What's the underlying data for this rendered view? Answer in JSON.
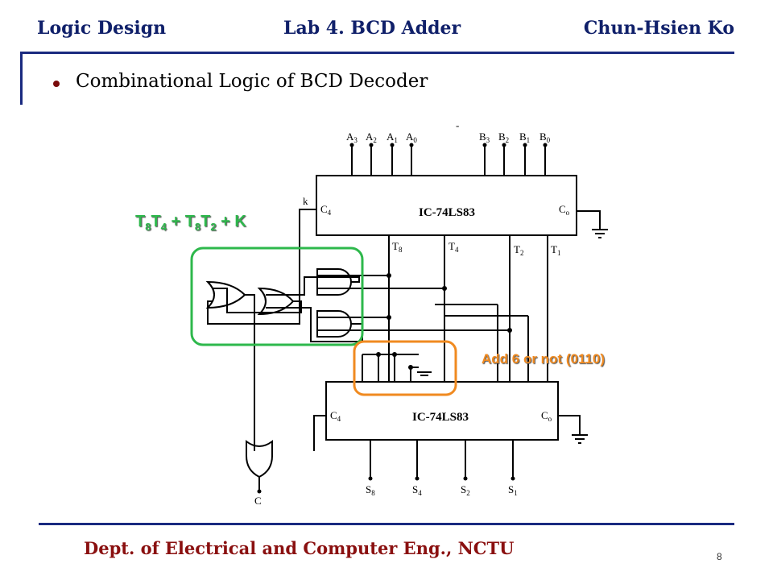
{
  "header": {
    "left": "Logic Design",
    "center": "Lab 4. BCD Adder",
    "right": "Chun-Hsien Ko"
  },
  "slide": {
    "title": "Combinational Logic of BCD Decoder"
  },
  "circuit": {
    "chip_top": "IC-74LS83",
    "chip_bottom": "IC-74LS83",
    "inputs_a": [
      {
        "base": "A",
        "sub": "3"
      },
      {
        "base": "A",
        "sub": "2"
      },
      {
        "base": "A",
        "sub": "1"
      },
      {
        "base": "A",
        "sub": "0"
      }
    ],
    "inputs_b": [
      {
        "base": "B",
        "sub": "3"
      },
      {
        "base": "B",
        "sub": "2"
      },
      {
        "base": "B",
        "sub": "1"
      },
      {
        "base": "B",
        "sub": "0"
      }
    ],
    "sum_top": [
      {
        "base": "T",
        "sub": "8"
      },
      {
        "base": "T",
        "sub": "4"
      },
      {
        "base": "T",
        "sub": "2"
      },
      {
        "base": "T",
        "sub": "1"
      }
    ],
    "sum_bottom": [
      {
        "base": "S",
        "sub": "8"
      },
      {
        "base": "S",
        "sub": "4"
      },
      {
        "base": "S",
        "sub": "2"
      },
      {
        "base": "S",
        "sub": "1"
      }
    ],
    "carry_in_top": {
      "base": "C",
      "sub": "4"
    },
    "carry_out_top": {
      "base": "C",
      "sub": "o"
    },
    "carry_in_bottom": {
      "base": "C",
      "sub": "4"
    },
    "carry_out_bottom": {
      "base": "C",
      "sub": "o"
    },
    "k_label": "k",
    "c_label": "C",
    "dash_mark": "-"
  },
  "annotations": {
    "green_expr": {
      "t1": "T",
      "s1": "8",
      "t2": "T",
      "s2": "4",
      "plus1": " + ",
      "t3": "T",
      "s3": "8",
      "t4": "T",
      "s4": "2",
      "plus2": " + K"
    },
    "orange_note": "Add 6 or not (0110)"
  },
  "footer": {
    "dept": "Dept. of Electrical and Computer Eng., NCTU",
    "page": "8"
  },
  "colors": {
    "header": "#10206a",
    "footer": "#8a1010",
    "green": "#2eb84c",
    "orange": "#f08a20",
    "rule": "#1a2a80"
  }
}
